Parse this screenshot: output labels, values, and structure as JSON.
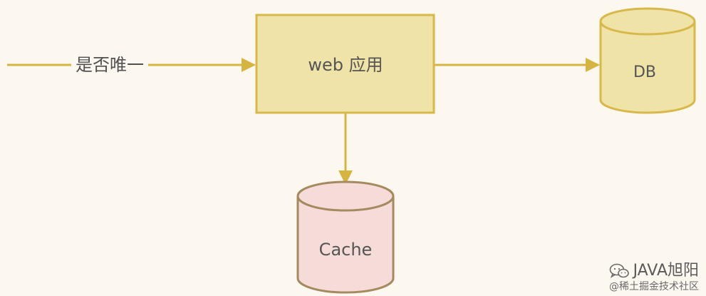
{
  "input_label": "是否唯一",
  "web_app": {
    "label": "web 应用"
  },
  "db": {
    "label": "DB"
  },
  "cache": {
    "label": "Cache"
  },
  "watermark": {
    "channel": "JAVA旭阳",
    "credit": "@稀土掘金技术社区",
    "icon": "wechat-icon"
  },
  "colors": {
    "background": "#fcf7ef",
    "arrow": "#d6b441",
    "box_fill": "#f0e3a8",
    "box_stroke": "#d8b84a",
    "db_fill": "#f0e3a8",
    "db_stroke": "#d8b84a",
    "cache_fill": "#f5dcd8",
    "cache_stroke": "#a68a5f"
  }
}
